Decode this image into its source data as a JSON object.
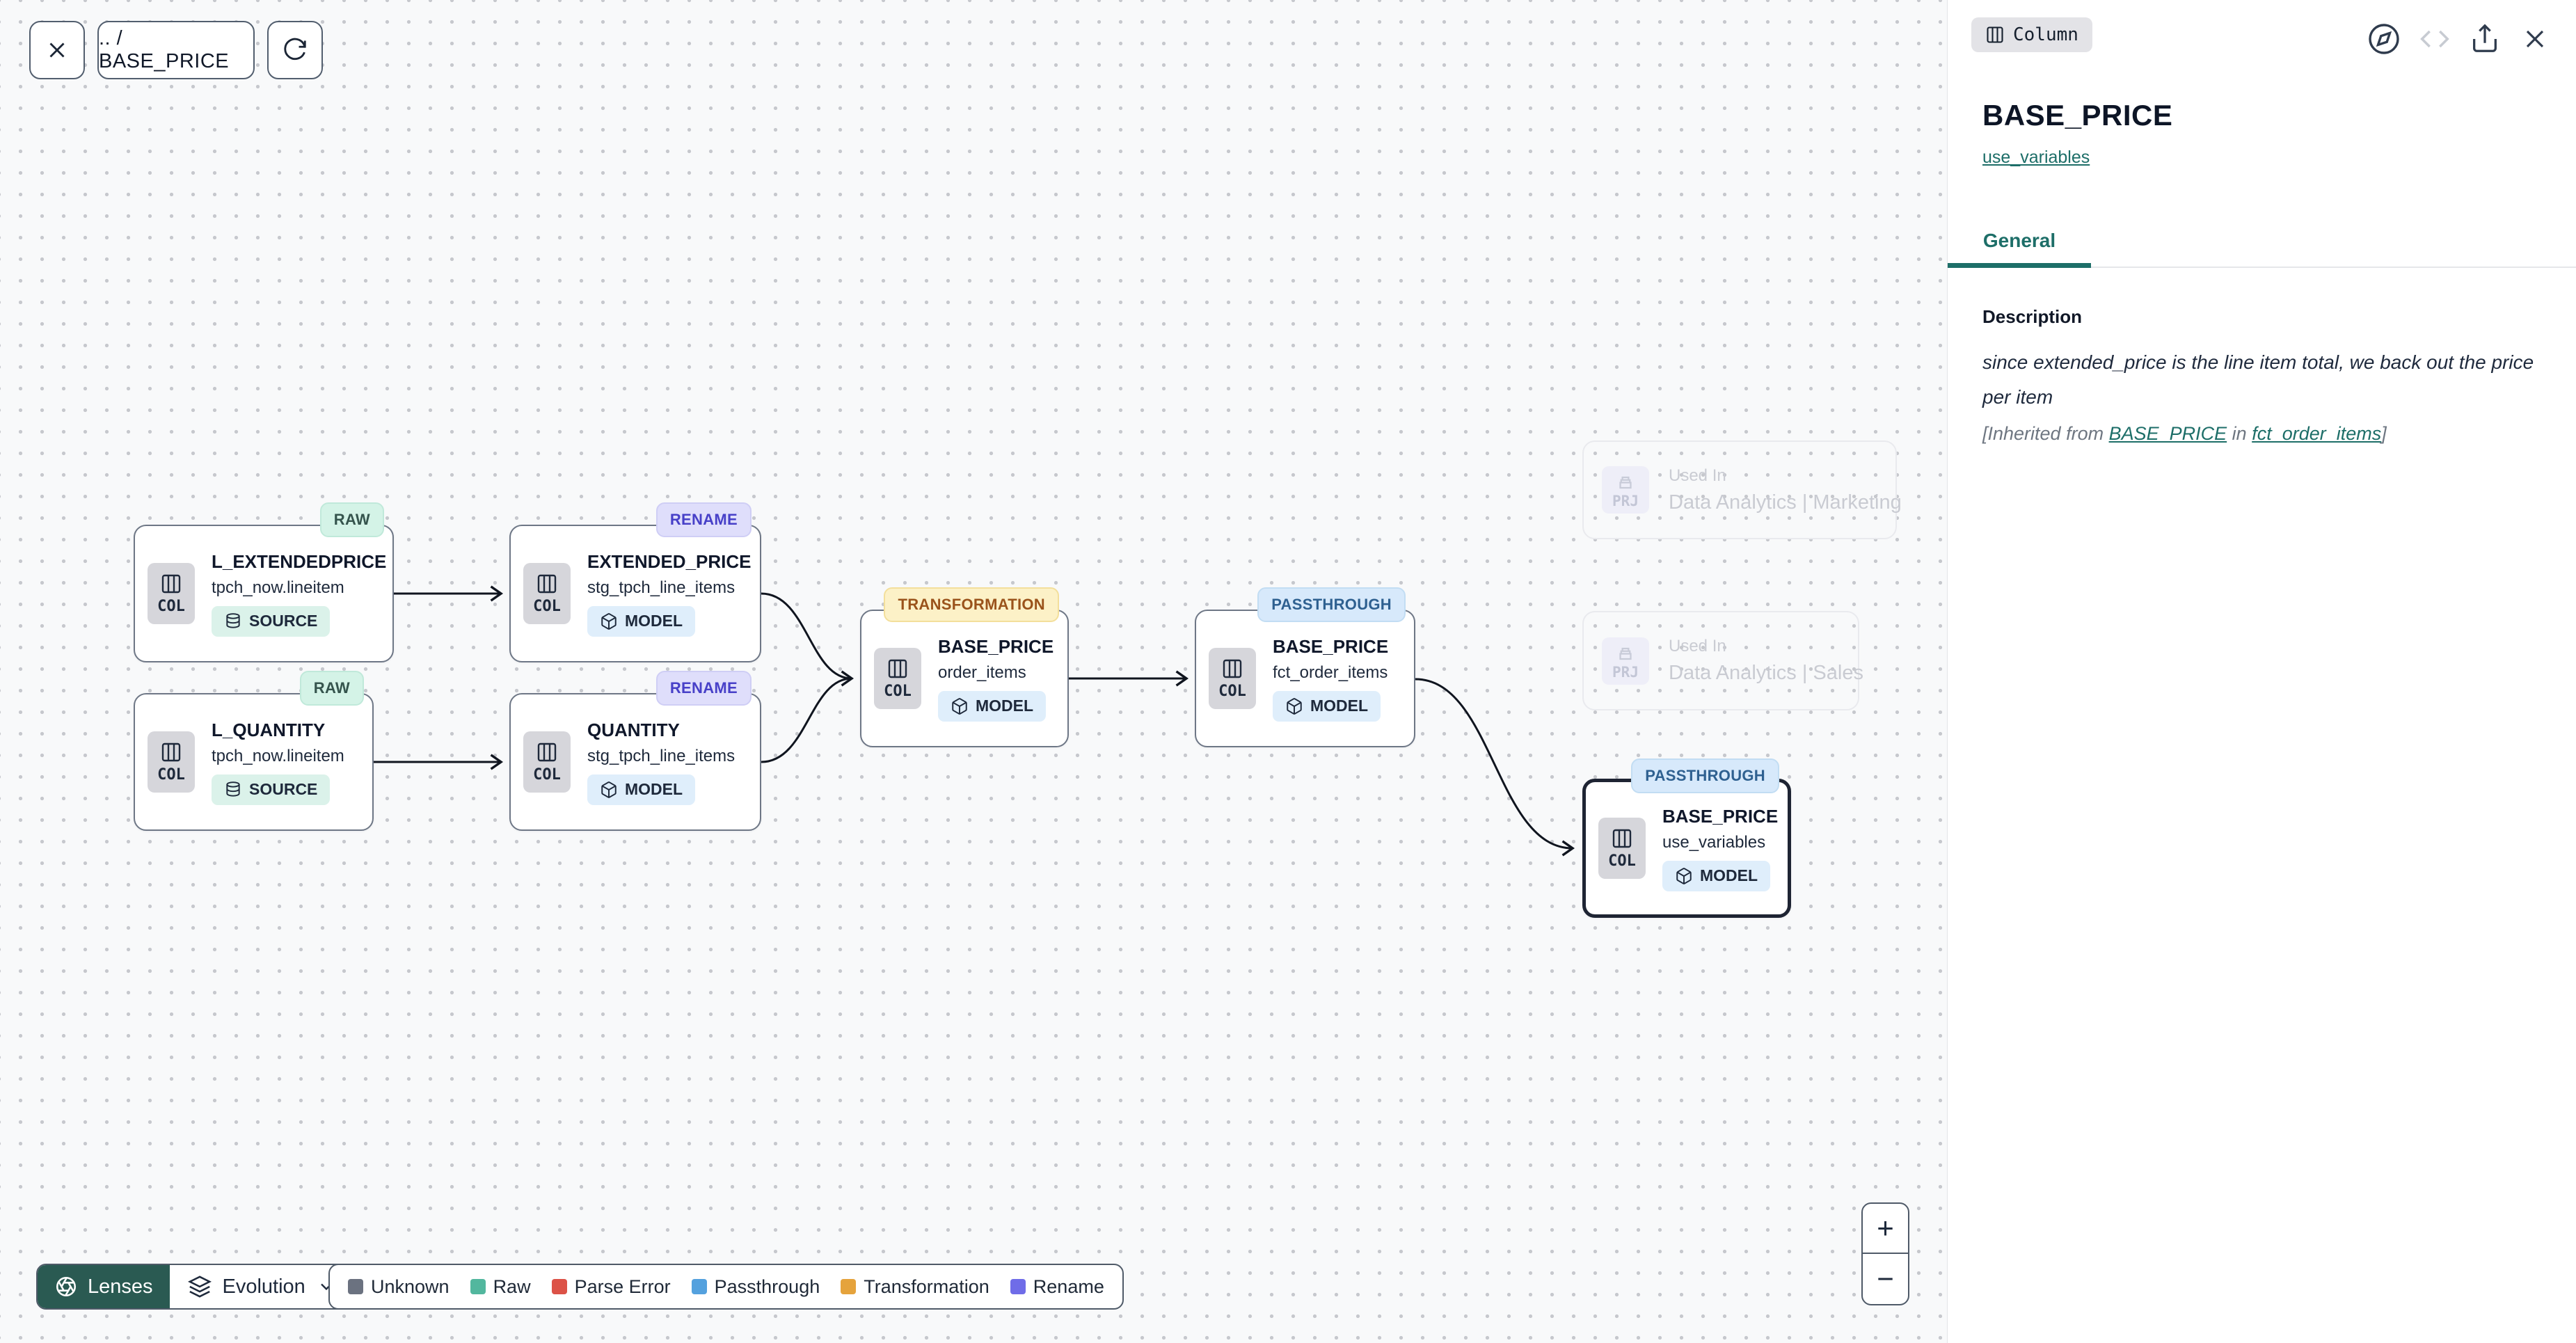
{
  "toolbar": {
    "breadcrumb": ".. / BASE_PRICE"
  },
  "canvas": {
    "nodes": [
      {
        "badge": "RAW",
        "title": "L_EXTENDEDPRICE",
        "subtitle": "tpch_now.lineitem",
        "kind": "SOURCE",
        "chip": "COL"
      },
      {
        "badge": "RENAME",
        "title": "EXTENDED_PRICE",
        "subtitle": "stg_tpch_line_items",
        "kind": "MODEL",
        "chip": "COL"
      },
      {
        "badge": "TRANSFORMATION",
        "title": "BASE_PRICE",
        "subtitle": "order_items",
        "kind": "MODEL",
        "chip": "COL"
      },
      {
        "badge": "PASSTHROUGH",
        "title": "BASE_PRICE",
        "subtitle": "fct_order_items",
        "kind": "MODEL",
        "chip": "COL"
      },
      {
        "badge": "PASSTHROUGH",
        "title": "BASE_PRICE",
        "subtitle": "use_variables",
        "kind": "MODEL",
        "chip": "COL",
        "selected": true
      },
      {
        "badge": "RAW",
        "title": "L_QUANTITY",
        "subtitle": "tpch_now.lineitem",
        "kind": "SOURCE",
        "chip": "COL"
      },
      {
        "badge": "RENAME",
        "title": "QUANTITY",
        "subtitle": "stg_tpch_line_items",
        "kind": "MODEL",
        "chip": "COL"
      }
    ],
    "ghosts": [
      {
        "chip": "PRJ",
        "label": "Used In",
        "name": "Data Analytics | Marketing"
      },
      {
        "chip": "PRJ",
        "label": "Used In",
        "name": "Data Analytics | Sales"
      }
    ]
  },
  "lenses": {
    "button": "Lenses",
    "selected": "Evolution"
  },
  "legend": {
    "items": [
      {
        "label": "Unknown",
        "color": "#6b7280"
      },
      {
        "label": "Raw",
        "color": "#52b79e"
      },
      {
        "label": "Parse Error",
        "color": "#dc5247"
      },
      {
        "label": "Passthrough",
        "color": "#54a1de"
      },
      {
        "label": "Transformation",
        "color": "#e5a33c"
      },
      {
        "label": "Rename",
        "color": "#6f6ce8"
      }
    ]
  },
  "zoom_controls": {
    "in": "+",
    "out": "−"
  },
  "panel": {
    "type_badge": "Column",
    "title": "BASE_PRICE",
    "model_link": "use_variables",
    "tabs": [
      {
        "label": "General",
        "active": true
      }
    ],
    "description": {
      "label": "Description",
      "body": "since extended_price is the line item total, we back out the price per item",
      "inherited": {
        "prefix": "[Inherited from ",
        "link_column": "BASE_PRICE",
        "middle": " in ",
        "link_model": "fct_order_items",
        "suffix": "]"
      }
    }
  },
  "colors": {
    "accent_teal": "#1d6e68",
    "lenses_bg": "#2a5a52",
    "selected_border": "#1e2433"
  }
}
